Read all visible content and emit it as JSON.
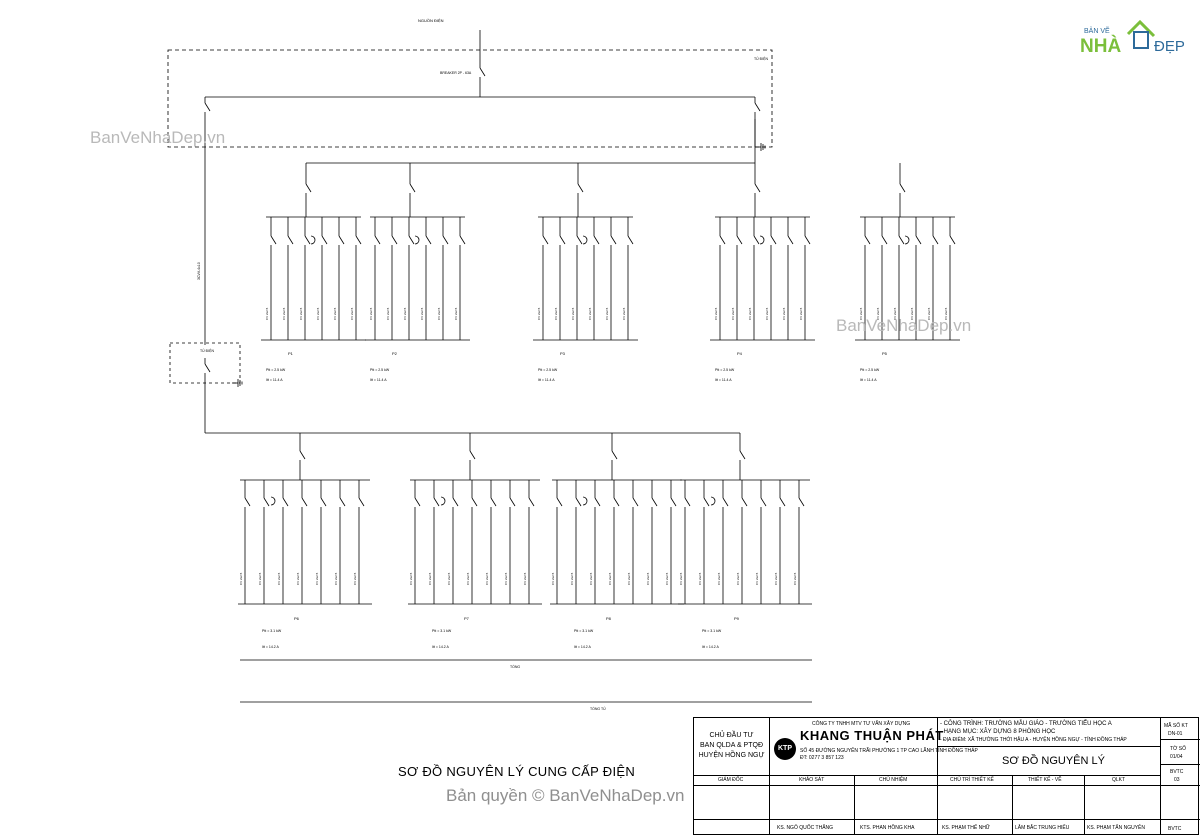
{
  "diagram": {
    "title_caption": "SƠ ĐỒ NGUYÊN LÝ CUNG CẤP ĐIỆN",
    "supply_label": "NGUỒN ĐIỆN",
    "main_breaker": "BREAKER 2P - 63A",
    "board_label": "TỦ ĐIỆN",
    "sub_board_label": "TỦ ĐIỆN",
    "group_panels": [
      "P1",
      "P2",
      "P3",
      "P4",
      "P5"
    ],
    "lower_panels": [
      "P6",
      "P7",
      "P8",
      "P9"
    ]
  },
  "watermarks": {
    "left": "BanVeNhaDep.vn",
    "right": "BanVeNhaDep.vn",
    "copyright": "Bản quyền © BanVeNhaDep.vn"
  },
  "brand": {
    "top": "BẢN VẼ",
    "main": "NHÀ",
    "accent": "ĐẸP"
  },
  "title_block": {
    "owner_caption": "CHỦ ĐẦU TƯ",
    "owner_line1": "BAN QLDA & PTQĐ",
    "owner_line2": "HUYỆN HỒNG NGỰ",
    "company_small": "CÔNG TY TNHH MTV TƯ VẤN XÂY DỰNG",
    "company_name": "KHANG THUẬN PHÁT",
    "company_logo": "KTP",
    "company_address": "SỐ 45 ĐƯỜNG NGUYỄN TRÃI PHƯỜNG 1 TP CAO LÃNH TỈNH ĐỒNG THÁP",
    "company_phone": "ĐT: 0277 3 857 123",
    "project_line1": "- CÔNG TRÌNH: TRƯỜNG MẪU GIÁO - TRƯỜNG TIỂU HỌC A",
    "project_line2": "- HẠNG MỤC: XÂY DỰNG 8 PHÒNG HỌC",
    "project_line3": "- ĐỊA ĐIỂM: XÃ THƯỜNG THỚI HẬU A - HUYỆN HỒNG NGỰ - TỈNH ĐỒNG THÁP",
    "drawing_title": "SƠ ĐỒ NGUYÊN LÝ",
    "sheet_label": "MÃ SỐ KT",
    "sheet_code": "DN-01",
    "page_label": "TỜ SỐ",
    "page_value": "01/04",
    "version_label": "BVTC",
    "version_value": "03",
    "header_cells": [
      "GIÁM ĐỐC",
      "KHẢO SÁT",
      "CHỦ NHIỆM",
      "CHỦ TRÌ THIẾT KẾ",
      "THIẾT KẾ - VẼ",
      "QLKT"
    ],
    "name_cells": [
      "KS. NGÔ QUỐC THẮNG",
      "KTS. PHAN HỒNG KHA",
      "KS. PHẠM THẾ NHỮ",
      "LÂM BẮC TRUNG HIẾU",
      "KS. PHẠM TẤN NGUYÊN"
    ],
    "stamp_text": "BVTC"
  }
}
